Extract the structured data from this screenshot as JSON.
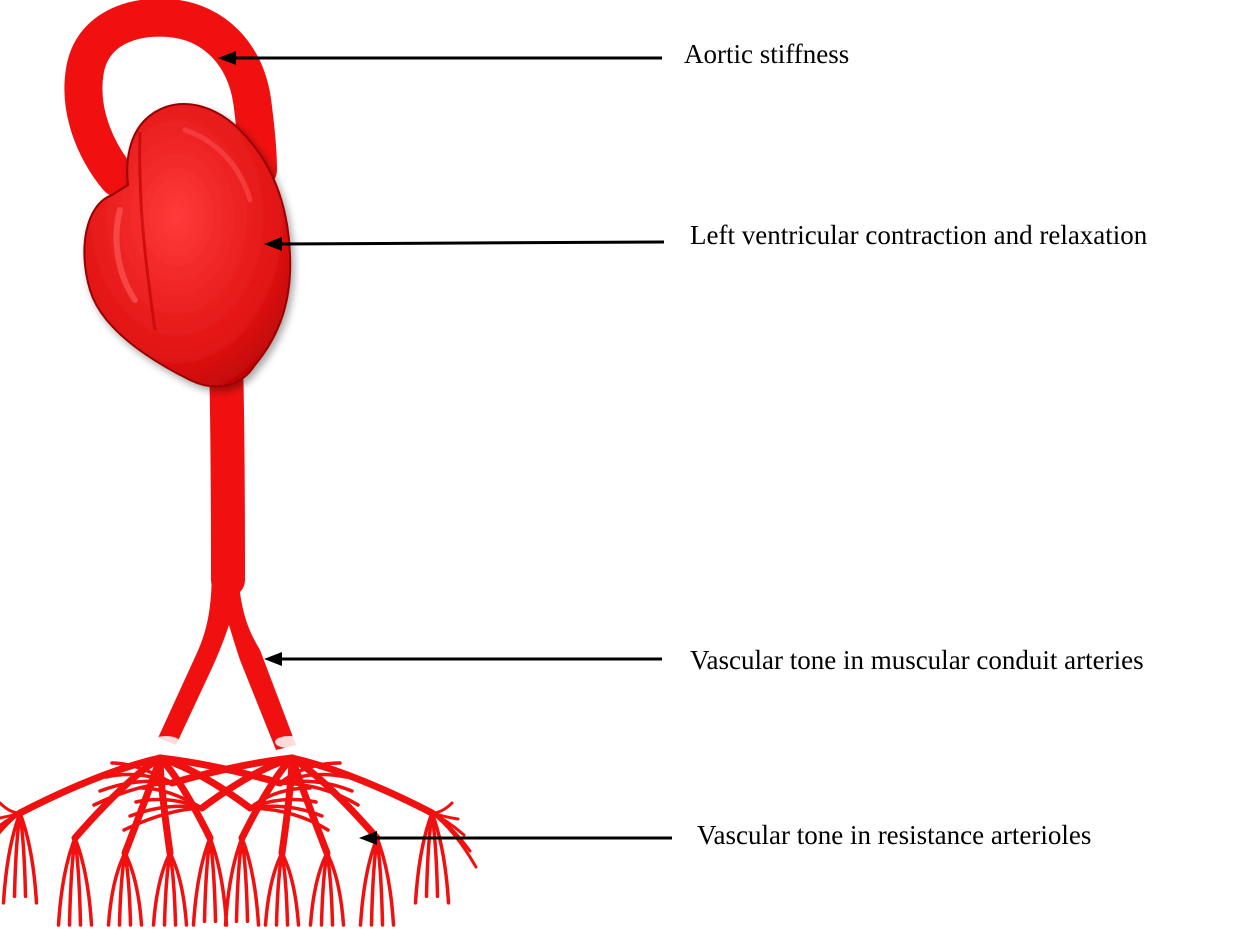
{
  "colors": {
    "vessel": "#f01010",
    "vessel_dark": "#b80000",
    "heart": "#e81818",
    "arrow": "#000000",
    "background": "#ffffff"
  },
  "labels": {
    "aortic_stiffness": "Aortic stiffness",
    "lv_function": "Left ventricular contraction and relaxation",
    "conduit_tone": "Vascular tone in muscular conduit arteries",
    "arteriole_tone": "Vascular tone in resistance arterioles"
  }
}
